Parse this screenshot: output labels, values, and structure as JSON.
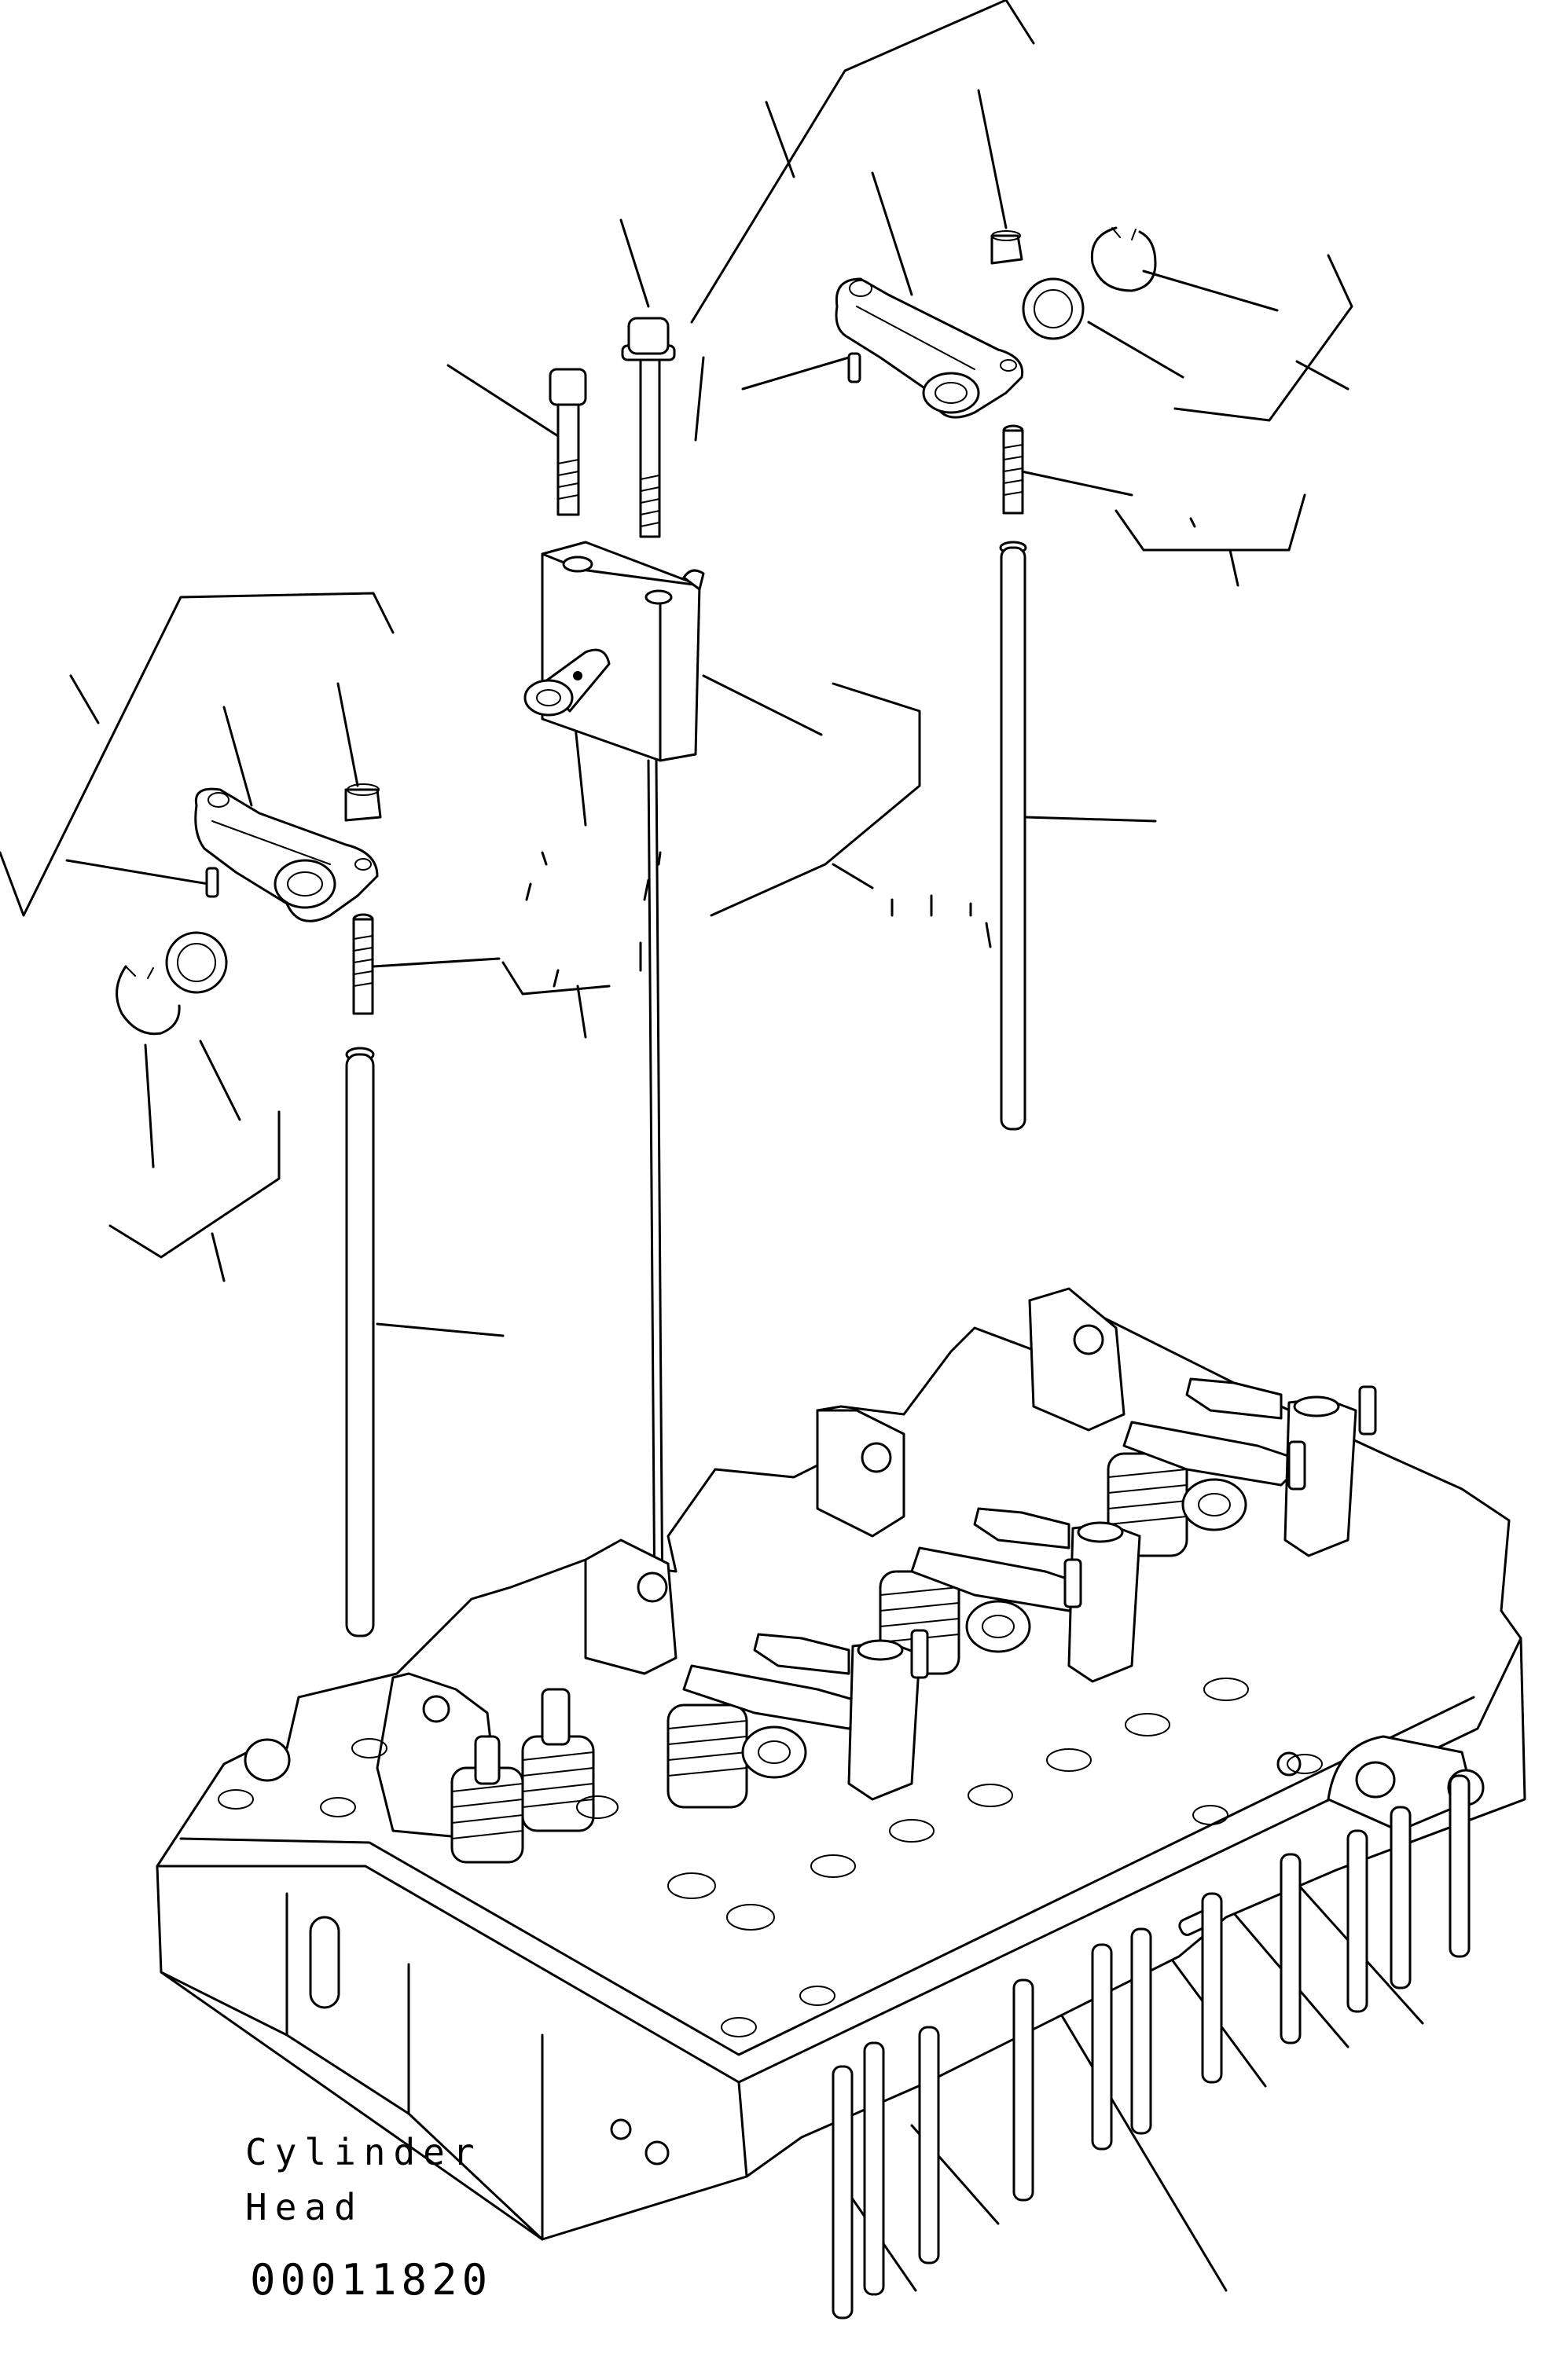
{
  "labels": {
    "line1": "Cylinder",
    "line2": "Head",
    "code": "00011820"
  }
}
